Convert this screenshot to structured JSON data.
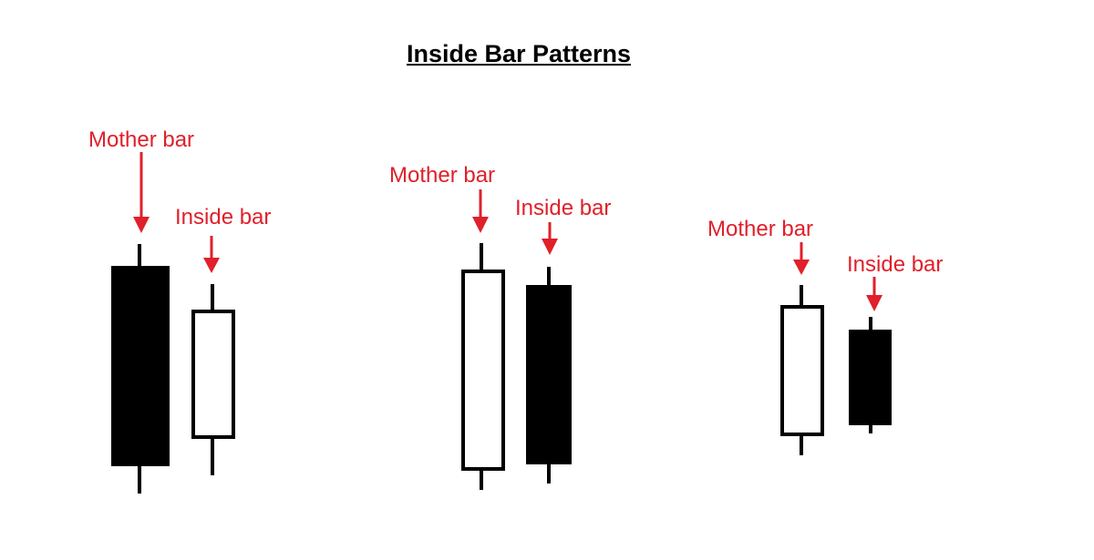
{
  "title": "Inside Bar Patterns",
  "colors": {
    "label": "#e0202a",
    "candle": "#000000"
  },
  "patterns": [
    {
      "mother_label": "Mother bar",
      "inside_label": "Inside bar",
      "mother_fill": "black",
      "inside_fill": "white"
    },
    {
      "mother_label": "Mother bar",
      "inside_label": "Inside bar",
      "mother_fill": "white",
      "inside_fill": "black"
    },
    {
      "mother_label": "Mother bar",
      "inside_label": "Inside bar",
      "mother_fill": "white",
      "inside_fill": "black"
    }
  ]
}
